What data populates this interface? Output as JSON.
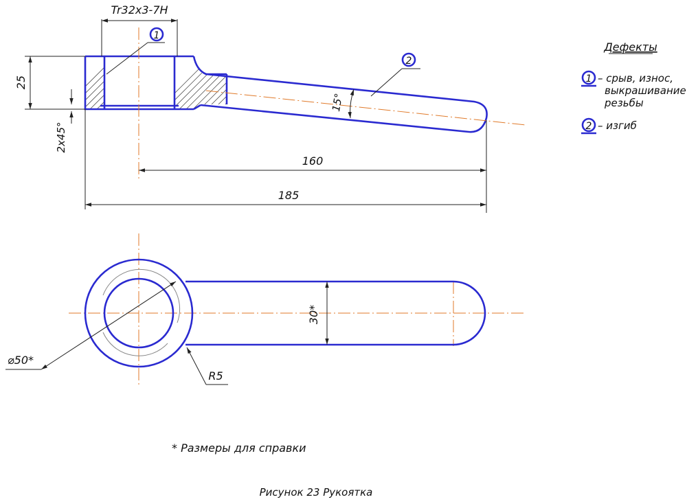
{
  "thread_label": "Tr32x3-7H",
  "dims": {
    "height": "25",
    "chamfer": "2x45°",
    "angle": "15°",
    "length_160": "160",
    "length_185": "185",
    "width": "30*",
    "diameter": "⌀50*",
    "radius": "R5"
  },
  "callouts": {
    "c1": "1",
    "c2": "2"
  },
  "legend": {
    "title": "Дефекты",
    "items": [
      {
        "num": "1",
        "lines": [
          "– срыв, износ,",
          "выкрашивание",
          "резьбы"
        ]
      },
      {
        "num": "2",
        "lines": [
          "– изгиб"
        ]
      }
    ]
  },
  "note": "* Размеры для справки",
  "caption": "Рисунок 23 Рукоятка"
}
